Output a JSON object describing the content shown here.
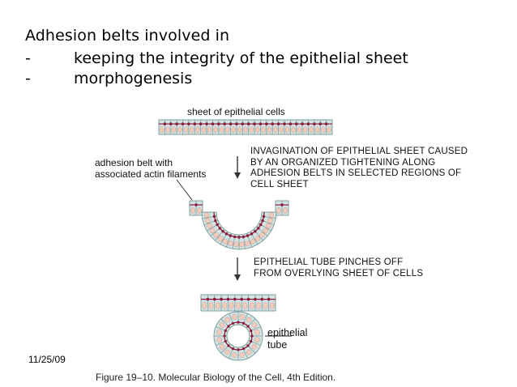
{
  "slide": {
    "title": "Adhesion belts involved in",
    "bullets": [
      {
        "marker": "-",
        "text": "keeping the integrity of the epithelial sheet"
      },
      {
        "marker": "-",
        "text": "morphogenesis"
      }
    ],
    "date": "11/25/09"
  },
  "figure": {
    "label_sheet": "sheet of epithelial cells",
    "label_belt_line1": "adhesion belt with",
    "label_belt_line2": "associated actin filaments",
    "step1_lines": [
      "INVAGINATION OF EPITHELIAL SHEET CAUSED",
      "BY AN ORGANIZED TIGHTENING ALONG",
      "ADHESION BELTS IN SELECTED REGIONS OF",
      "CELL SHEET"
    ],
    "step2_lines": [
      "EPITHELIAL TUBE PINCHES OFF",
      "FROM OVERLYING SHEET OF CELLS"
    ],
    "label_tube_line1": "epithelial",
    "label_tube_line2": "tube",
    "caption": "Figure 19–10. Molecular Biology of the Cell, 4th Edition.",
    "colors": {
      "cell_fill": "#d3e2e2",
      "cell_stroke": "#7fa0a0",
      "nucleus": "#f2cbbd",
      "adhesion_belt": "#8b1a3a"
    }
  }
}
